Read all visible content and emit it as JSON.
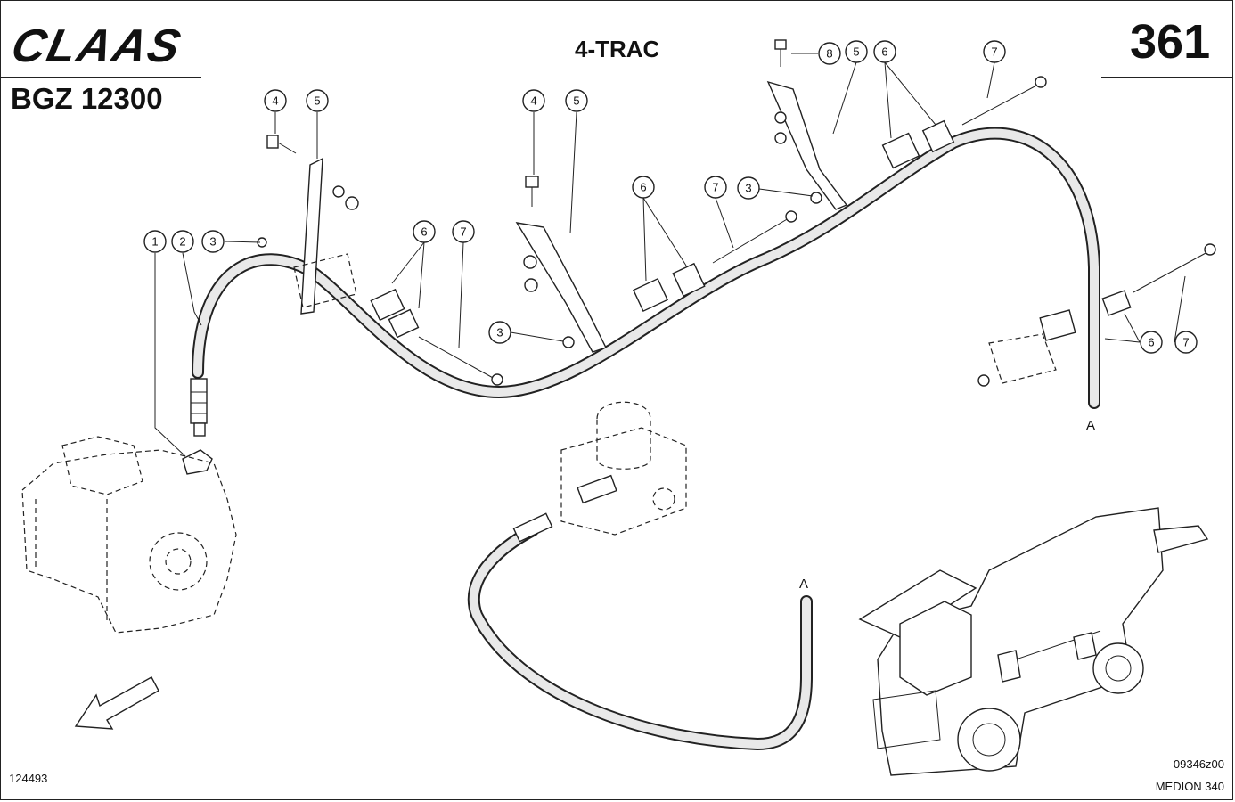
{
  "header": {
    "brand": "CLAAS",
    "doc_number": "BGZ 12300",
    "title": "4-TRAC",
    "page_number": "361"
  },
  "footer": {
    "ref_left": "124493",
    "ref_right_top": "09346z00",
    "model": "MEDION 340"
  },
  "callouts": [
    {
      "id": "c1",
      "label": "1"
    },
    {
      "id": "c2",
      "label": "2"
    },
    {
      "id": "c3",
      "label": "3"
    },
    {
      "id": "c4",
      "label": "4"
    },
    {
      "id": "c5",
      "label": "5"
    },
    {
      "id": "c6",
      "label": "6"
    },
    {
      "id": "c7",
      "label": "7"
    },
    {
      "id": "c8",
      "label": "3"
    },
    {
      "id": "c9",
      "label": "4"
    },
    {
      "id": "c10",
      "label": "5"
    },
    {
      "id": "c11",
      "label": "6"
    },
    {
      "id": "c12",
      "label": "7"
    },
    {
      "id": "c13",
      "label": "3"
    },
    {
      "id": "c14",
      "label": "8"
    },
    {
      "id": "c15",
      "label": "5"
    },
    {
      "id": "c16",
      "label": "6"
    },
    {
      "id": "c17",
      "label": "7"
    },
    {
      "id": "c18",
      "label": "6"
    },
    {
      "id": "c19",
      "label": "7"
    }
  ],
  "markers": {
    "connection_a": "A"
  }
}
